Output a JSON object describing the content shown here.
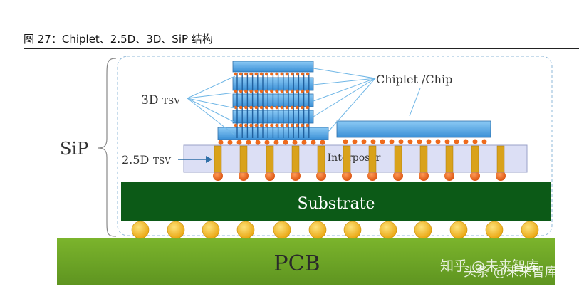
{
  "caption": "图 27：Chiplet、2.5D、3D、SiP 结构",
  "labels": {
    "chiplet": "Chiplet /Chip",
    "tsv3d_main": "3D",
    "tsv3d_sub": "TSV",
    "tsv25d_main": "2.5D",
    "tsv25d_sub": "TSV",
    "sip": "SiP",
    "interposer": "Interposer",
    "substrate": "Substrate",
    "pcb": "PCB"
  },
  "watermarks": {
    "zhihu": "知乎 @未来智库",
    "toutiao": "头条 @未来智库"
  },
  "colors": {
    "chip_blue": "#5aa8e6",
    "tsv_gold": "#d9a21b",
    "bump_orange": "#ee6a1c",
    "ball_gold": "#f3b316",
    "substrate_green": "#0c5a17",
    "pcb_green": "#6aa223",
    "interposer": "#dcdff5"
  }
}
